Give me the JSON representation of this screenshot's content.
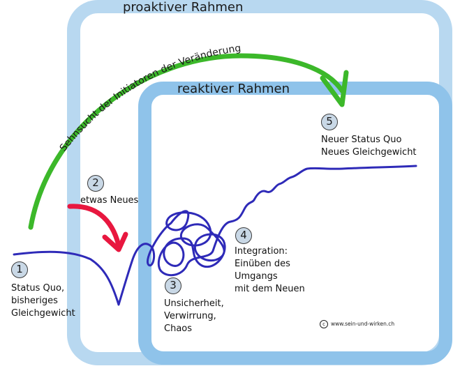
{
  "frames": {
    "proactive_title": "proaktiver Rahmen",
    "reactive_title": "reaktiver Rahmen"
  },
  "arc_label": "Sehnsucht der Initiatoren der Veränderung",
  "steps": [
    {
      "number": "1",
      "lines": [
        "Status Quo,",
        "bisheriges",
        "Gleichgewicht"
      ]
    },
    {
      "number": "2",
      "lines": [
        "etwas Neues"
      ]
    },
    {
      "number": "3",
      "lines": [
        "Unsicherheit,",
        "Verwirrung,",
        "Chaos"
      ]
    },
    {
      "number": "4",
      "lines": [
        "Integration:",
        "Einüben des",
        "Umgangs",
        "mit dem Neuen"
      ]
    },
    {
      "number": "5",
      "lines": [
        "Neuer Status Quo",
        "Neues Gleichgewicht"
      ]
    }
  ],
  "credit": {
    "symbol": "c",
    "text": "www.sein-und-wirken.ch"
  },
  "colors": {
    "proactive_frame": "#b8d8f0",
    "reactive_frame": "#8fc3ea",
    "arc_green": "#3cb82a",
    "arrow_red": "#e8173f",
    "curve_blue": "#2e2ab8"
  }
}
